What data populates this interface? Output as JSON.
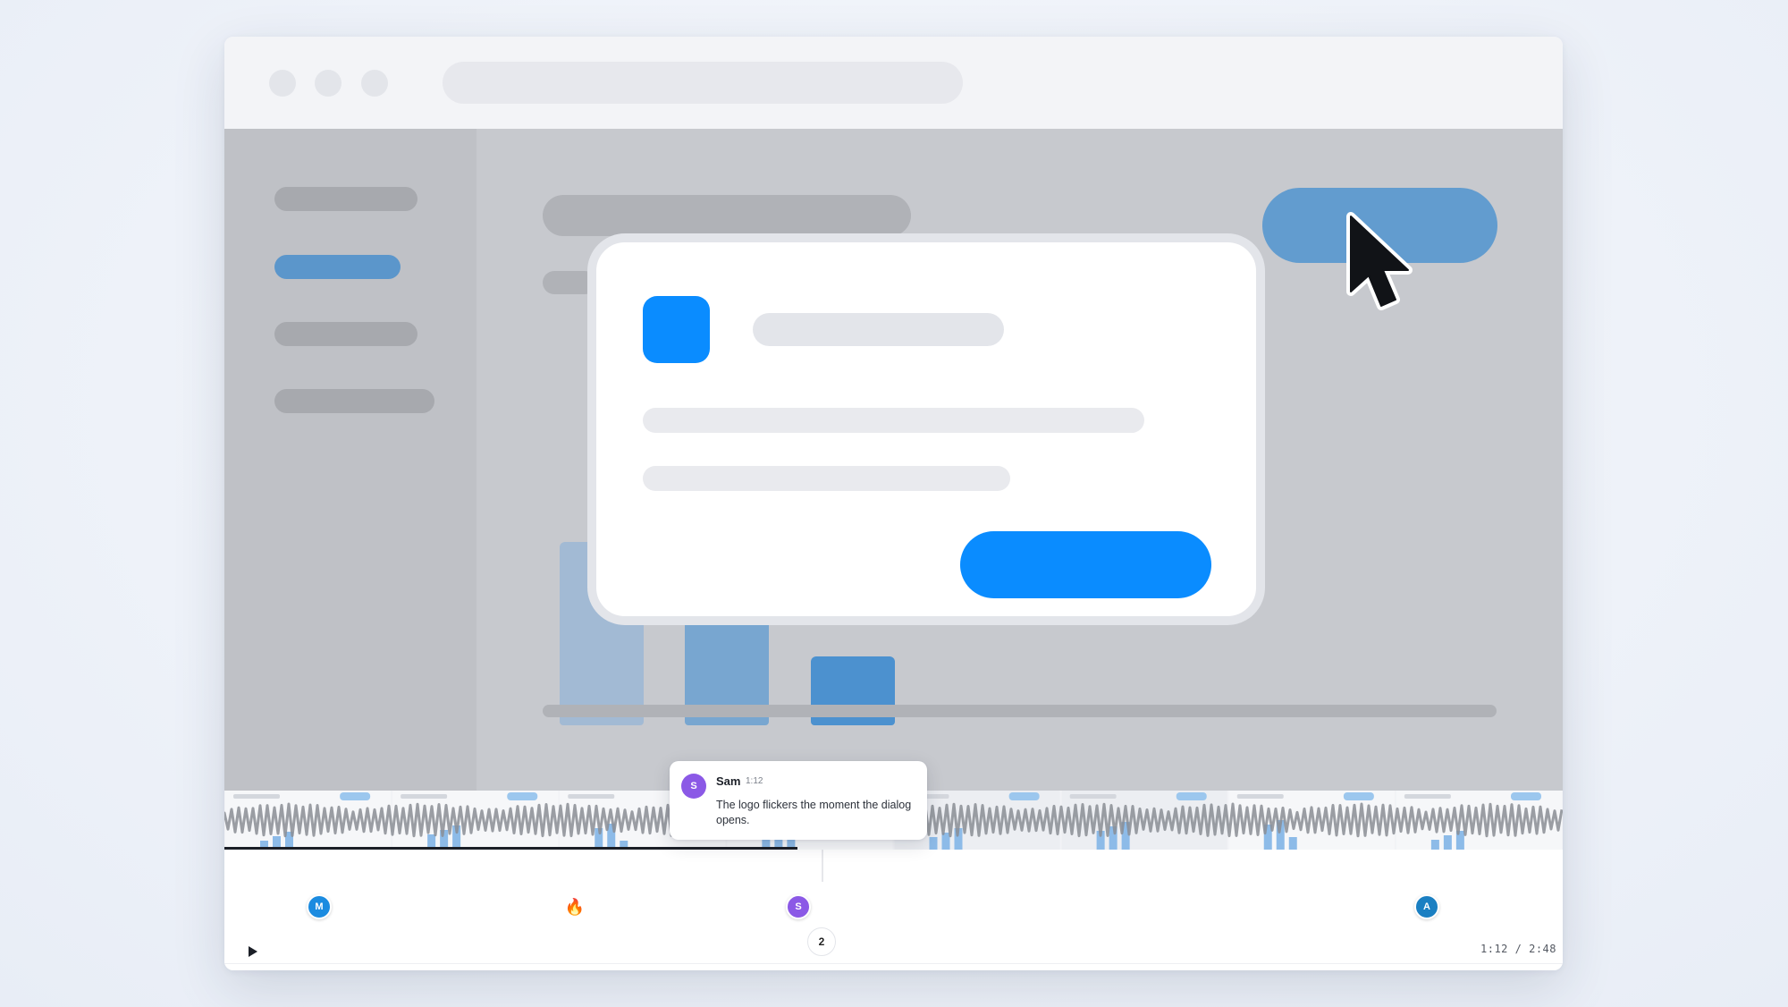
{
  "colors": {
    "accent": "#0a8cff",
    "progress": "#1b1f27",
    "marker_m": "#1b8be0",
    "marker_s": "#8b59e6",
    "marker_a": "#1a7fc2"
  },
  "timeline": {
    "markers": [
      {
        "initial": "M",
        "icon": "avatar"
      },
      {
        "icon": "fire-icon",
        "glyph": "🔥"
      },
      {
        "initial": "S",
        "icon": "avatar"
      },
      {
        "initial": "A",
        "icon": "avatar"
      }
    ],
    "comment_count": "2",
    "progress_fraction": 0.428
  },
  "comment": {
    "author_initial": "S",
    "author": "Sam",
    "time": "1:12",
    "text": "The logo flickers the moment the dialog opens."
  },
  "player": {
    "current": "1:12",
    "separator": "/",
    "duration": "2:48",
    "play_icon": "play-icon"
  }
}
